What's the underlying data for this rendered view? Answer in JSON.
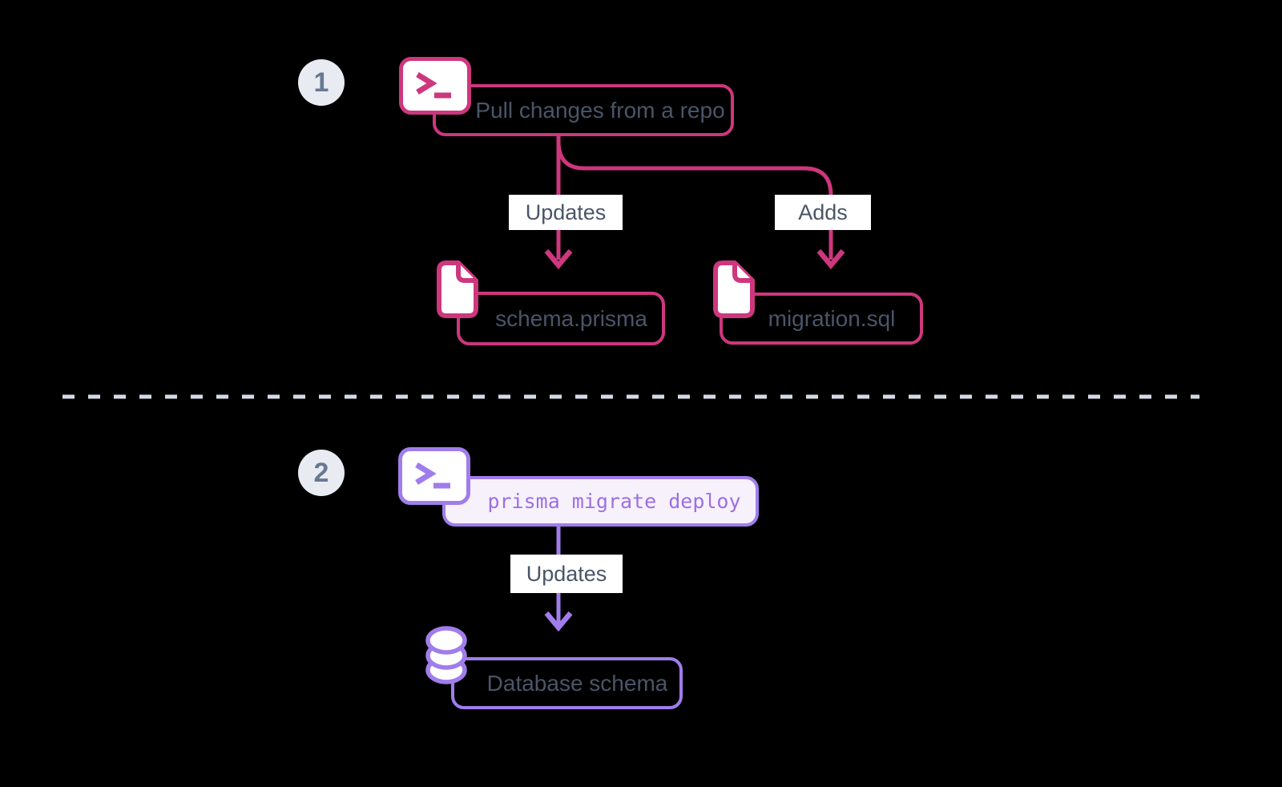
{
  "title": "Prisma Migrate team workflow diagram",
  "colors": {
    "background": "#000000",
    "pink": "#CD377D",
    "purple": "#A07DEB",
    "purple_text": "#9C6FE4",
    "slate": "#4A5568",
    "label_bg": "#FFFFFF",
    "white": "#FFFFFF",
    "lavender": "#F7F1FC",
    "circle_bg": "#E8ECF2",
    "circle_text": "#697892",
    "dash": "#D5DBE4"
  },
  "steps": [
    {
      "number": "1",
      "source": {
        "icon": "terminal-icon",
        "label": "Pull changes from a repo"
      },
      "edges": [
        {
          "label": "Updates",
          "target": "schema.prisma"
        },
        {
          "label": "Adds",
          "target": "migration.sql"
        }
      ],
      "targets": [
        {
          "icon": "file-icon",
          "label": "schema.prisma"
        },
        {
          "icon": "file-icon",
          "label": "migration.sql"
        }
      ]
    },
    {
      "number": "2",
      "source": {
        "icon": "terminal-icon",
        "label": "prisma migrate deploy",
        "style": "code"
      },
      "edges": [
        {
          "label": "Updates",
          "target": "Database schema"
        }
      ],
      "targets": [
        {
          "icon": "database-icon",
          "label": "Database schema"
        }
      ]
    }
  ]
}
